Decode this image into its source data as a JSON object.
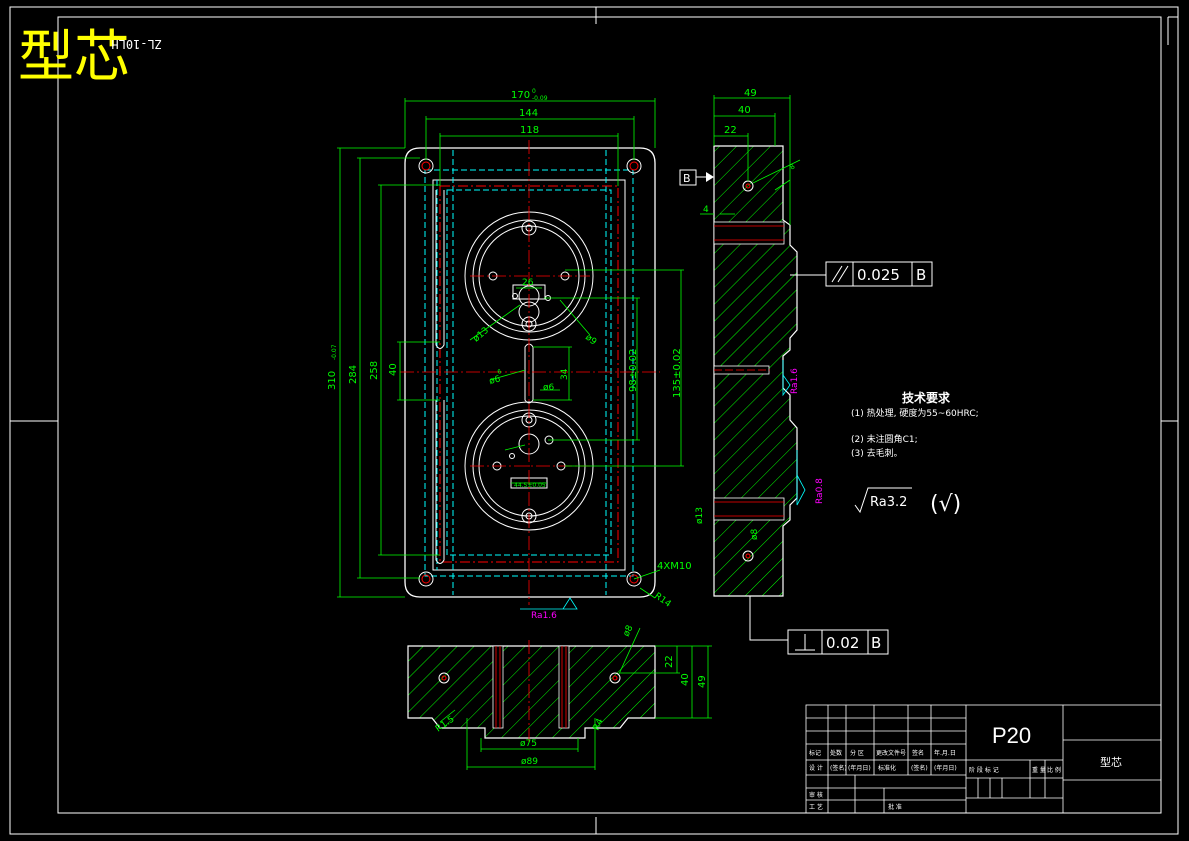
{
  "title_big": "型芯",
  "title_code_mirrored": "ZL-10LH",
  "datum_label": "B",
  "dims_top": {
    "d170": "170",
    "d170_tol": "0",
    "d170_tol2": "-0.09",
    "d144": "144",
    "d118": "118"
  },
  "dims_right": {
    "d49": "49",
    "d40": "40",
    "d22": "22",
    "d4": "4",
    "d8": "8"
  },
  "dims_left": {
    "d310": "310",
    "d310_tol": "-0.07",
    "d284": "284",
    "d258": "258",
    "d40": "40"
  },
  "dims_center": {
    "d26": "26",
    "d13": "ø13",
    "d9": "ø9",
    "d34": "34",
    "d6": "ø6",
    "d6b": "ø6",
    "d6c": "6",
    "d98": "98±0.02",
    "d135": "135±0.02",
    "d445": "44.5±0.05"
  },
  "dims_bottom": {
    "d75": "ø75",
    "d89": "ø89",
    "d22": "22",
    "d40": "40",
    "d49": "49",
    "d8": "ø8",
    "r15": "R1.5",
    "r4": "R4"
  },
  "callouts": {
    "holes": "4XM10",
    "r14": "R14",
    "ra_bottom": "Ra1.6",
    "ra_right1": "Ra1.6",
    "ra_right2": "Ra0.8",
    "d13_right": "ø13",
    "d8_right": "ø8"
  },
  "gdt": {
    "parallel_value": "0.025",
    "parallel_datum": "B",
    "perp_value": "0.02",
    "perp_datum": "B"
  },
  "tech": {
    "heading": "技术要求",
    "line1": "(1) 热处理, 硬度为55~60HRC;",
    "line2": "(2) 未注圆角C1;",
    "line3": "(3) 去毛刺。"
  },
  "roughness": {
    "main": "Ra3.2",
    "rest": "(√)"
  },
  "title_block": {
    "code": "P20",
    "name": "型芯",
    "h1": "标记",
    "h2": "处数",
    "h3": "分 区",
    "h4": "更改文件号",
    "h5": "签名",
    "h6": "年.月.日",
    "r1a": "设 计",
    "r1b": "(签名)",
    "r1c": "(年月日)",
    "r1d": "标准化",
    "r1e": "(签名)",
    "r1f": "(年月日)",
    "stages": "阶 段 标 记",
    "weight": "重 量",
    "scale": "比 例",
    "r2": "审 核",
    "r3": "工 艺",
    "approve": "批 准"
  },
  "colors": {
    "frame": "#ffffff",
    "outline": "#ffffff",
    "dimension": "#00ff00",
    "hidden": "#00ffff",
    "center": "#ff0000",
    "roughness": "#ff00ff",
    "title": "#ffff00"
  }
}
